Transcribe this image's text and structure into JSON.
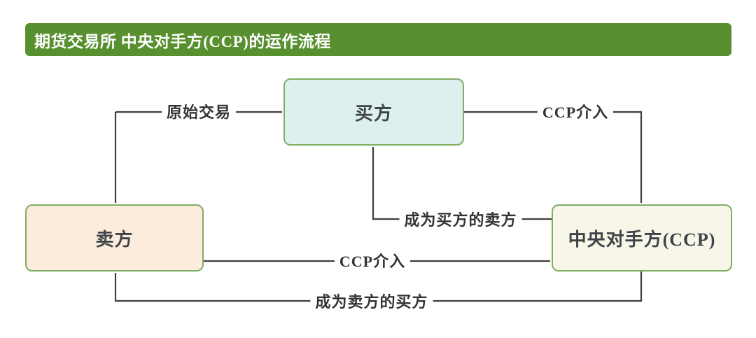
{
  "header": {
    "title": "期货交易所 中央对手方(CCP)的运作流程",
    "bg_color": "#58902f",
    "text_color": "#ffffff"
  },
  "nodes": {
    "buyer": {
      "label": "买方",
      "fill": "#ddf0ed",
      "border": "#7fae63"
    },
    "seller": {
      "label": "卖方",
      "fill": "#fcecdc",
      "border": "#7fae63"
    },
    "ccp": {
      "label": "中央对手方(CCP)",
      "fill": "#f7f6e8",
      "border": "#7fae63"
    }
  },
  "edges": {
    "original_trade": {
      "label": "原始交易",
      "from": "卖方",
      "to": "买方"
    },
    "ccp_step_in_buyer": {
      "label": "CCP介入",
      "from": "买方",
      "to": "中央对手方(CCP)"
    },
    "becomes_seller_of_buyer": {
      "label": "成为买方的卖方",
      "from": "中央对手方(CCP)",
      "to": "买方"
    },
    "ccp_step_in_seller": {
      "label": "CCP介入",
      "from": "卖方",
      "to": "中央对手方(CCP)"
    },
    "becomes_buyer_of_seller": {
      "label": "成为卖方的买方",
      "from": "中央对手方(CCP)",
      "to": "卖方"
    }
  },
  "style": {
    "line_color": "#3e3e3e"
  }
}
